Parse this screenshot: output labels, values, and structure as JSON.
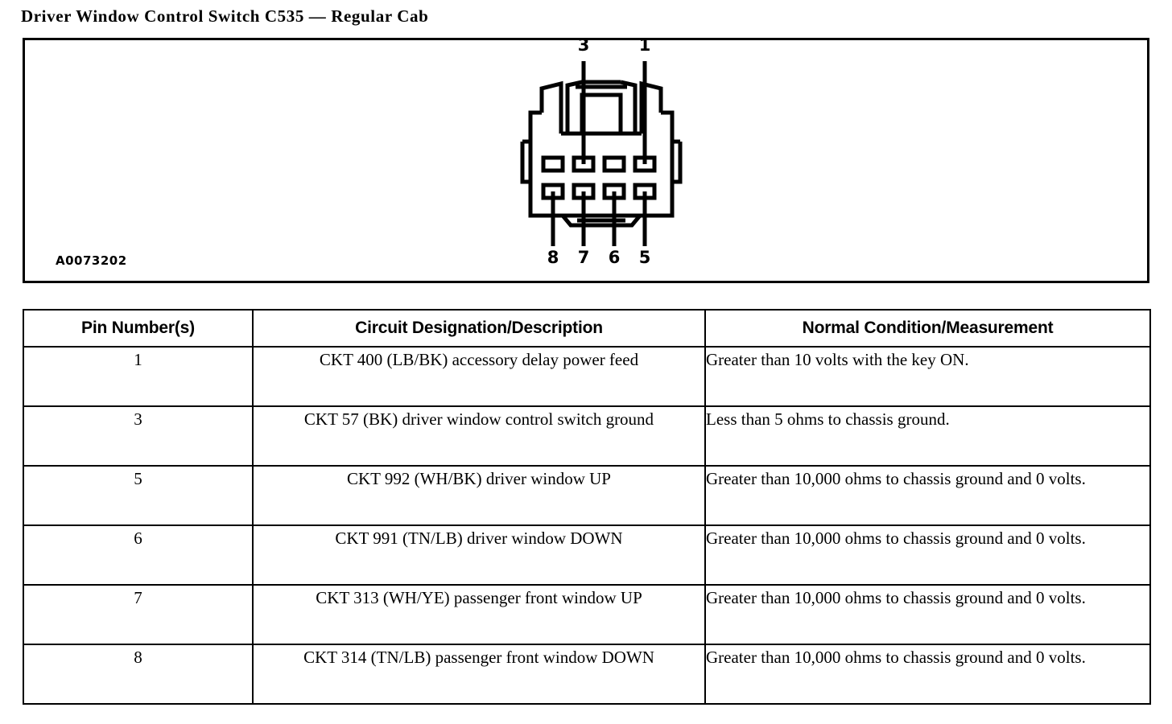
{
  "page": {
    "title": "Driver Window Control Switch C535 — Regular Cab"
  },
  "diagram": {
    "figure_code": "A0073202",
    "connector": {
      "name": "8-way-connector-face-view",
      "top_pin_labels": [
        "3",
        "1"
      ],
      "bottom_pin_labels": [
        "8",
        "7",
        "6",
        "5"
      ],
      "cavity_count": 8
    }
  },
  "table": {
    "headers": {
      "pin": "Pin Number(s)",
      "description": "Circuit Designation/Description",
      "measurement": "Normal Condition/Measurement"
    },
    "rows": [
      {
        "pin": "1",
        "description": "CKT 400 (LB/BK) accessory delay power feed",
        "measurement": "Greater than 10 volts with the key ON."
      },
      {
        "pin": "3",
        "description": "CKT 57 (BK) driver window control switch ground",
        "measurement": "Less than 5 ohms to chassis ground."
      },
      {
        "pin": "5",
        "description": "CKT 992 (WH/BK) driver window UP",
        "measurement": "Greater than 10,000 ohms to chassis ground and 0 volts."
      },
      {
        "pin": "6",
        "description": "CKT 991 (TN/LB) driver window DOWN",
        "measurement": "Greater than 10,000 ohms to chassis ground and 0 volts."
      },
      {
        "pin": "7",
        "description": "CKT 313 (WH/YE) passenger front window UP",
        "measurement": "Greater than 10,000 ohms to chassis ground and 0 volts."
      },
      {
        "pin": "8",
        "description": "CKT 314 (TN/LB) passenger front window DOWN",
        "measurement": "Greater than 10,000 ohms to chassis ground and 0 volts."
      }
    ]
  },
  "colors": {
    "ink": "#000000",
    "paper": "#ffffff"
  }
}
